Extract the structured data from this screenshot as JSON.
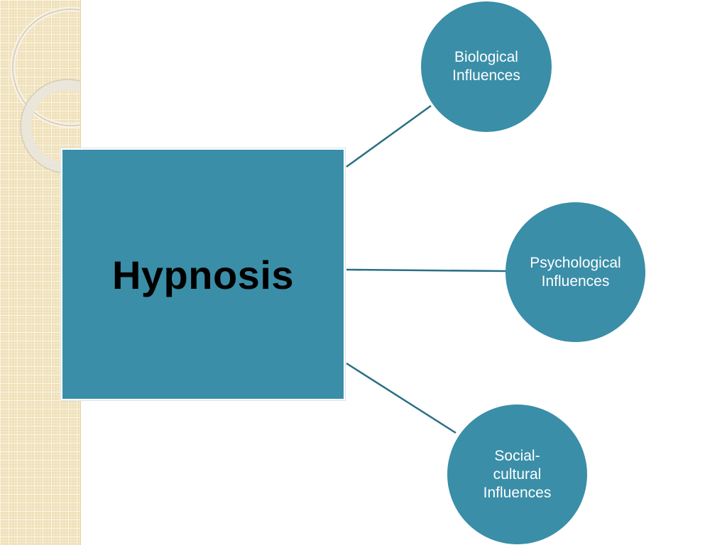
{
  "diagram": {
    "central": {
      "label": "Hypnosis"
    },
    "nodes": [
      {
        "id": "biological",
        "label": "Biological\nInfluences"
      },
      {
        "id": "psychological",
        "label": "Psychological\nInfluences"
      },
      {
        "id": "social-cultural",
        "label": "Social-\ncultural\nInfluences"
      }
    ],
    "colors": {
      "accent": "#3a8ea8",
      "connector": "#2a6f84",
      "title_text": "#000000",
      "node_text": "#ffffff",
      "side_strip": "#efe0b8"
    }
  }
}
